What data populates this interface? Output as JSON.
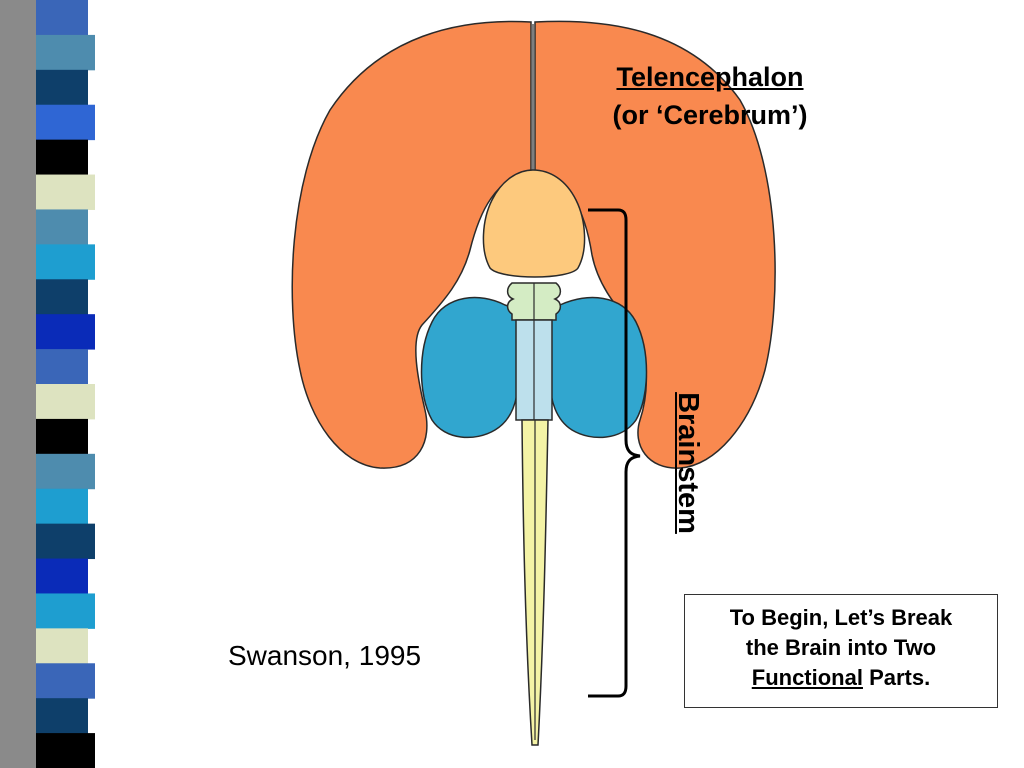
{
  "labels": {
    "telencephalon": "Telencephalon",
    "telencephalon_alt": "(or ‘Cerebrum’)",
    "brainstem": "Brainstem"
  },
  "citation": "Swanson, 1995",
  "note": {
    "line1": "To Begin, Let’s Break",
    "line2": "the Brain into Two",
    "line3_underlined": "Functional",
    "line3_rest": " Parts."
  },
  "colors": {
    "cerebrum": "#F9894F",
    "diencephalon": "#FDC97D",
    "midbrain": "#D4ECC4",
    "pons": "#BDE0EC",
    "cerebellum": "#31A6CF",
    "spinal_cord": "#F4F3A6",
    "outline": "#2A2A2A"
  },
  "stripe_colors": [
    "#3A66B8",
    "#4E8CAE",
    "#0E3F6A",
    "#2F66D4",
    "#000000",
    "#DDE3C0",
    "#4E8CAE",
    "#1E9ED0",
    "#0E3F6A",
    "#0A2BB8",
    "#3A66B8",
    "#DDE3C0",
    "#000000",
    "#4E8CAE",
    "#1E9ED0",
    "#0E3F6A",
    "#0A2BB8",
    "#1E9ED0",
    "#DDE3C0",
    "#3A66B8",
    "#0E3F6A",
    "#000000"
  ]
}
